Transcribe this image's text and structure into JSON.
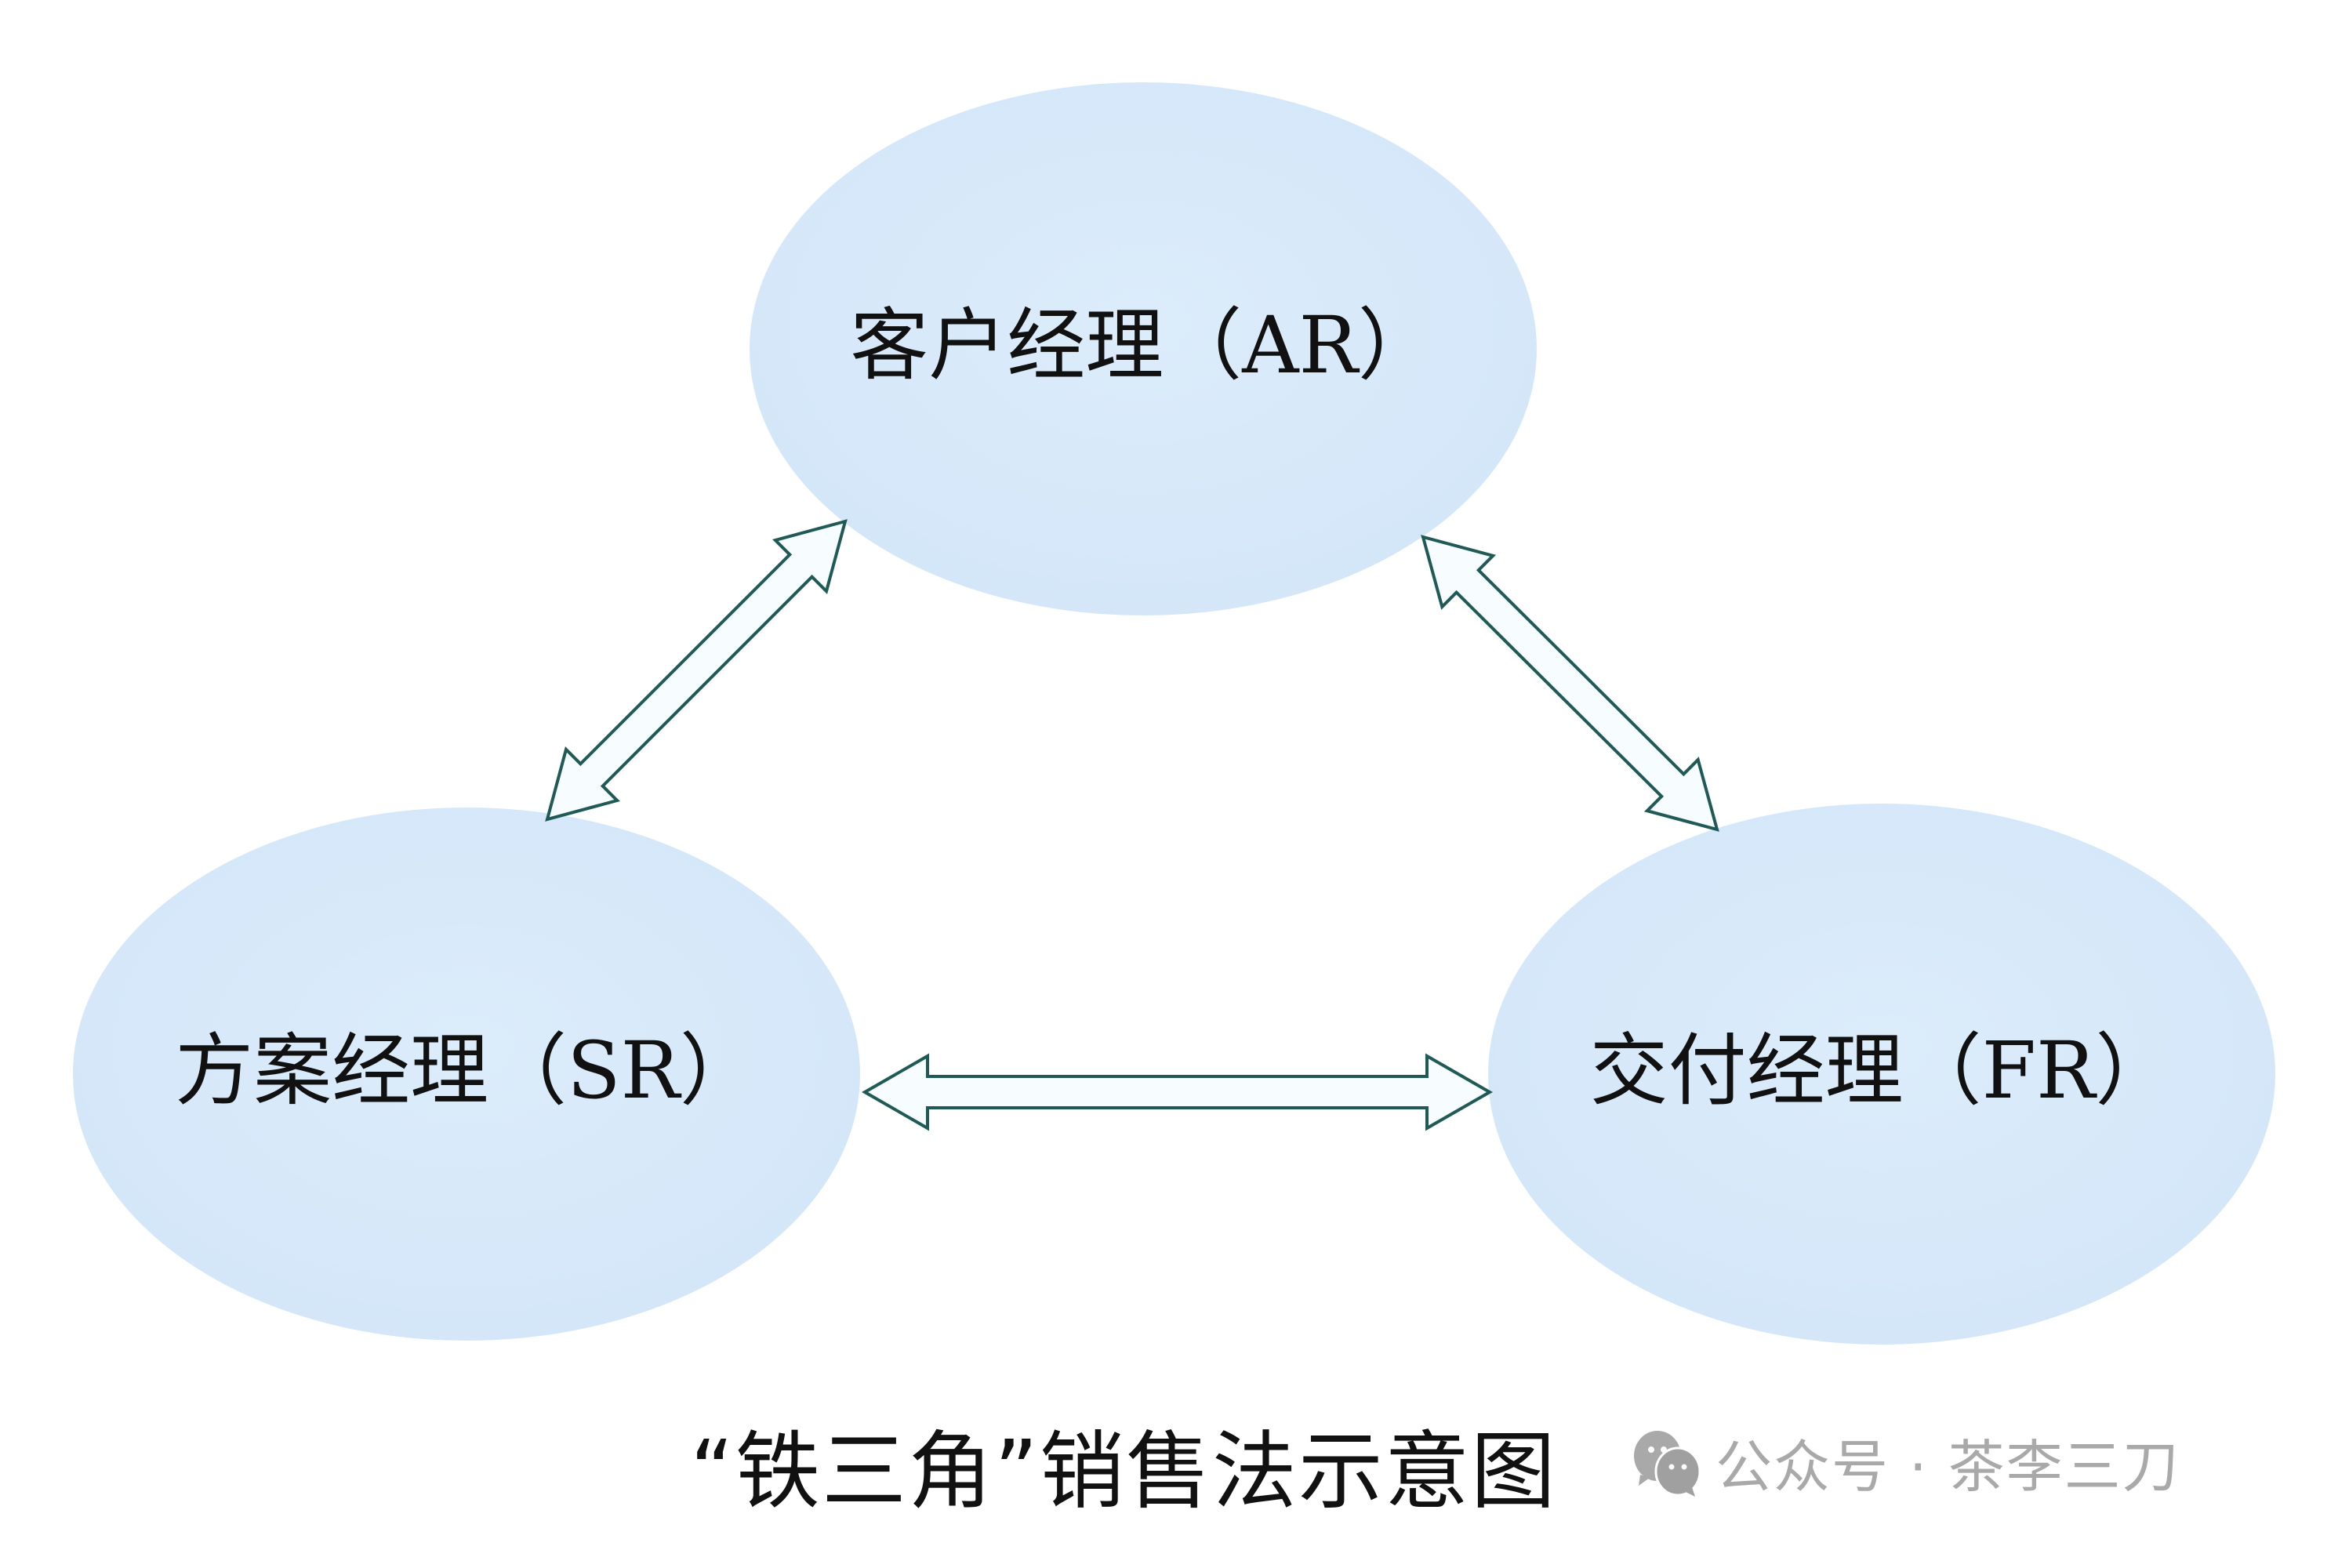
{
  "diagram": {
    "nodes": [
      {
        "id": "ar",
        "label": "客户经理（AR）"
      },
      {
        "id": "sr",
        "label": "方案经理（SR）"
      },
      {
        "id": "fr",
        "label": "交付经理（FR）"
      }
    ],
    "edges": [
      {
        "from": "ar",
        "to": "sr",
        "type": "bidirectional"
      },
      {
        "from": "ar",
        "to": "fr",
        "type": "bidirectional"
      },
      {
        "from": "sr",
        "to": "fr",
        "type": "bidirectional"
      }
    ],
    "colors": {
      "node_fill": "#d7e9fa",
      "arrow_stroke": "#1f5a57",
      "arrow_fill": "#f6fcff"
    }
  },
  "caption": "“铁三角”销售法示意图",
  "watermark": {
    "icon": "wechat-icon",
    "text": "公众号 · 茶李三刀"
  }
}
